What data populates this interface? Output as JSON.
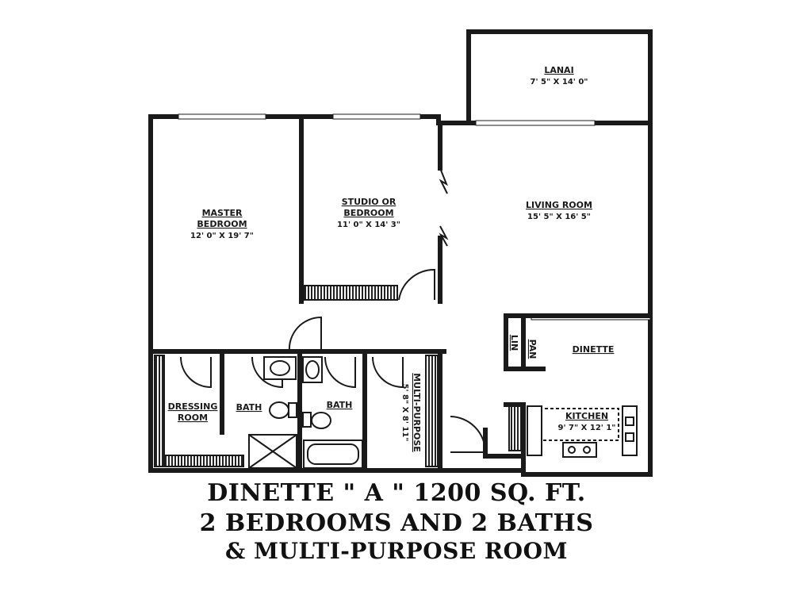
{
  "rooms": {
    "lanai": {
      "name": "LANAI",
      "dim": "7' 5\" X 14' 0\""
    },
    "master": {
      "name1": "MASTER",
      "name2": "BEDROOM",
      "dim": "12' 0\" X 19' 7\""
    },
    "studio": {
      "name1": "STUDIO OR",
      "name2": "BEDROOM",
      "dim": "11' 0\" X 14' 3\""
    },
    "living": {
      "name": "LIVING ROOM",
      "dim": "15' 5\" X 16' 5\""
    },
    "dinette": {
      "name": "DINETTE"
    },
    "kitchen": {
      "name": "KITCHEN",
      "dim": "9' 7\" X 12' 1\""
    },
    "dressing": {
      "name1": "DRESSING",
      "name2": "ROOM"
    },
    "bath1": {
      "name": "BATH"
    },
    "bath2": {
      "name": "BATH"
    },
    "multi": {
      "name": "MULTI-PURPOSE",
      "dim": "5' 8\" X 8' 11\""
    },
    "lin": {
      "name": "LIN"
    },
    "pan": {
      "name": "PAN"
    }
  },
  "caption": {
    "line1": "DINETTE \" A \" 1200 SQ. FT.",
    "line2": "2 BEDROOMS AND 2 BATHS",
    "line3": "& MULTI-PURPOSE ROOM"
  }
}
